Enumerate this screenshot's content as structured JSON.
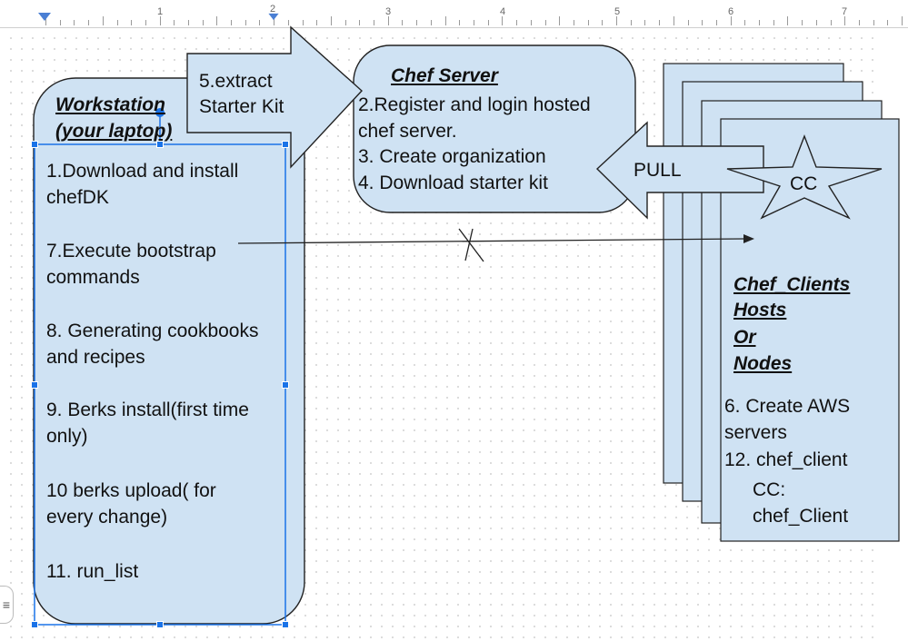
{
  "ruler": {
    "numbers": [
      "1",
      "2",
      "3",
      "4",
      "5",
      "6",
      "7"
    ]
  },
  "workstation": {
    "title_line1": "Workstation",
    "title_line2": "(your laptop)",
    "steps": [
      "1.Download and install chefDK",
      "7.Execute bootstrap commands",
      "8. Generating cookbooks and recipes",
      "9. Berks install(first time only)",
      "10 berks upload( for every change)",
      "11. run_list"
    ]
  },
  "extract_arrow": {
    "line1": "5.extract",
    "line2": "Starter Kit"
  },
  "chef_server": {
    "title": "Chef Server",
    "steps": [
      "2.Register and login hosted chef server.",
      "3. Create organization",
      "4. Download starter kit"
    ]
  },
  "pull_arrow": {
    "label": "PULL"
  },
  "star": {
    "label": "CC"
  },
  "clients": {
    "title_lines": [
      "Chef_Clients",
      "Hosts",
      "Or",
      "Nodes"
    ],
    "step6": "6. Create AWS servers",
    "step12": "12. chef_client",
    "cc_label": "CC:",
    "cc_value": "chef_Client"
  },
  "colors": {
    "shape_fill": "#cfe2f3",
    "outline": "#222222",
    "selection": "#1a73e8"
  }
}
